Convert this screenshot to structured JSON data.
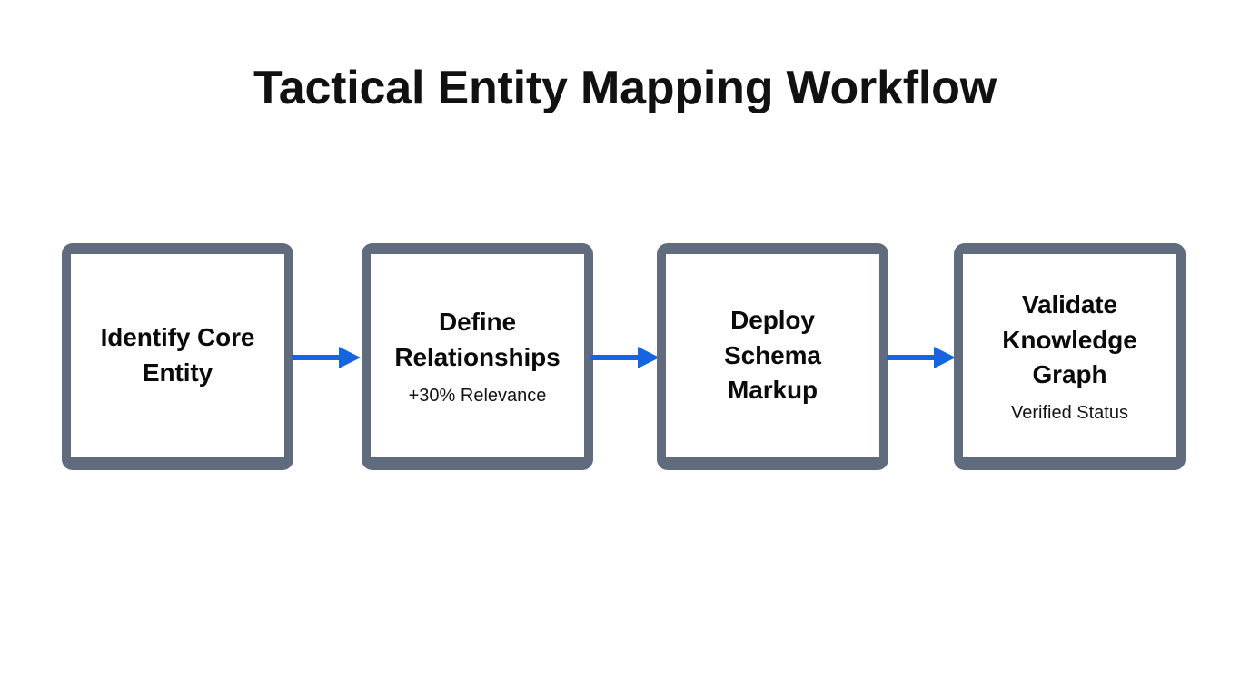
{
  "diagram": {
    "title": "Tactical Entity Mapping Workflow",
    "type": "horizontal-process-flow",
    "background_color": "#ffffff",
    "node_border_color": "#606b7d",
    "node_fill_color": "#ffffff",
    "arrow_color": "#1565e0",
    "title_color": "#111111",
    "nodes": [
      {
        "id": "identify-core-entity",
        "step": 1,
        "title": "Identify Core\nEntity",
        "title_lines": [
          "Identify Core",
          "Entity"
        ],
        "subtitle": ""
      },
      {
        "id": "define-relationships",
        "step": 2,
        "title": "Define\nRelationships",
        "title_lines": [
          "Define",
          "Relationships"
        ],
        "subtitle": "+30% Relevance"
      },
      {
        "id": "deploy-schema-markup",
        "step": 3,
        "title": "Deploy\nSchema\nMarkup",
        "title_lines": [
          "Deploy",
          "Schema",
          "Markup"
        ],
        "subtitle": ""
      },
      {
        "id": "validate-knowledge-graph",
        "step": 4,
        "title": "Validate\nKnowledge\nGraph",
        "title_lines": [
          "Validate",
          "Knowledge",
          "Graph"
        ],
        "subtitle": "Verified Status"
      }
    ],
    "connectors": [
      {
        "id": "arrow-1",
        "from": "identify-core-entity",
        "to": "define-relationships",
        "icon": "arrow-right-icon"
      },
      {
        "id": "arrow-2",
        "from": "define-relationships",
        "to": "deploy-schema-markup",
        "icon": "arrow-right-icon"
      },
      {
        "id": "arrow-3",
        "from": "deploy-schema-markup",
        "to": "validate-knowledge-graph",
        "icon": "arrow-right-icon"
      }
    ]
  }
}
